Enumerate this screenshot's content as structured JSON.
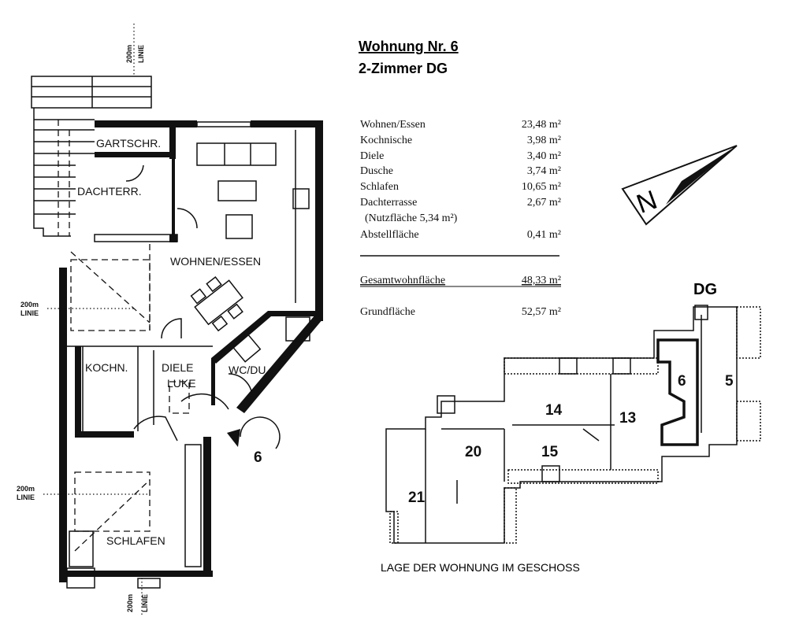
{
  "title": "Wohnung Nr. 6",
  "subtitle": "2-Zimmer DG",
  "areas": [
    {
      "label": "Wohnen/Essen",
      "value": "23,48 m²"
    },
    {
      "label": "Kochnische",
      "value": "3,98 m²"
    },
    {
      "label": "Diele",
      "value": "3,40 m²"
    },
    {
      "label": "Dusche",
      "value": "3,74 m²"
    },
    {
      "label": "Schlafen",
      "value": "10,65 m²"
    },
    {
      "label": "Dachterrasse",
      "value": "2,67 m²"
    },
    {
      "label": "(Nutzfläche 5,34 m²)",
      "value": ""
    },
    {
      "label": "Abstellfläche",
      "value": "0,41 m²"
    }
  ],
  "total": {
    "label": "Gesamtwohnfläche",
    "value": "48,33 m²"
  },
  "base": {
    "label": "Grundfläche",
    "value": "52,57 m²"
  },
  "plan": {
    "rooms": {
      "gartschr": "GARTSCHR.",
      "dachterr": "DACHTERR.",
      "wohnen": "WOHNEN/ESSEN",
      "kochn": "KOCHN.",
      "diele": "DIELE",
      "luke": "LUKE",
      "wc": "WC/DU.",
      "schlafen": "SCHLAFEN"
    },
    "entrance_number": "6",
    "line_label_value": "200m",
    "line_label_word": "LINIE"
  },
  "north_arrow_letter": "N",
  "site": {
    "floor": "DG",
    "units": [
      "21",
      "20",
      "14",
      "15",
      "13",
      "6",
      "5"
    ],
    "caption": "LAGE DER WOHNUNG IM GESCHOSS"
  }
}
